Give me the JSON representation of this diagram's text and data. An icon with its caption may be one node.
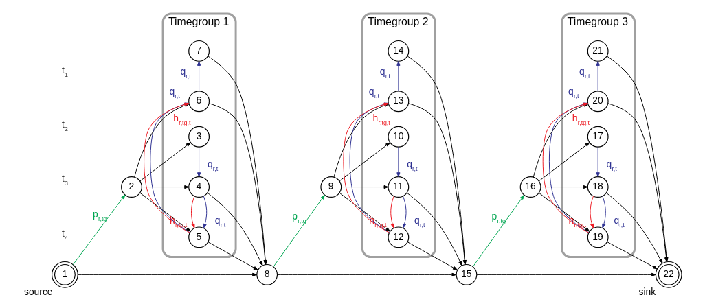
{
  "diagram": {
    "nodes": [
      {
        "text": [
          "1"
        ],
        "beside": [
          "source"
        ]
      },
      {
        "text": [
          "2"
        ]
      },
      {
        "text": [
          "Timegroup 1"
        ]
      },
      {
        "text": [
          "3"
        ],
        "in": 2
      },
      {
        "text": [
          "4"
        ],
        "in": 2
      },
      {
        "text": [
          "5"
        ],
        "in": 2
      },
      {
        "text": [
          "6"
        ],
        "in": 2
      },
      {
        "text": [
          "7"
        ],
        "in": 2
      },
      {
        "text": [
          "8"
        ]
      },
      {
        "text": [
          "9"
        ]
      },
      {
        "text": [
          "Timegroup 2"
        ]
      },
      {
        "text": [
          "10"
        ],
        "in": 10
      },
      {
        "text": [
          "11"
        ],
        "in": 10
      },
      {
        "text": [
          "12"
        ],
        "in": 10
      },
      {
        "text": [
          "13"
        ],
        "in": 10
      },
      {
        "text": [
          "14"
        ],
        "in": 10
      },
      {
        "text": [
          "15"
        ]
      },
      {
        "text": [
          "16"
        ]
      },
      {
        "text": [
          "Timegroup 3"
        ]
      },
      {
        "text": [
          "17"
        ],
        "in": 18
      },
      {
        "text": [
          "18"
        ],
        "in": 18
      },
      {
        "text": [
          "19"
        ],
        "in": 18
      },
      {
        "text": [
          "20"
        ],
        "in": 18
      },
      {
        "text": [
          "21"
        ],
        "in": 18
      },
      {
        "text": [
          "22"
        ],
        "beside": [
          "sink"
        ]
      }
    ],
    "edges": [
      {
        "from": 0,
        "to": 8,
        "arrow": "to"
      },
      {
        "from": 0,
        "to": 1,
        "arrow": "to",
        "label": "p$_{r,tg}$",
        "color": "#00a651"
      },
      {
        "from": 1,
        "to": 3,
        "arrow": "to"
      },
      {
        "from": 1,
        "to": 4,
        "arrow": "to"
      },
      {
        "from": 1,
        "to": 5,
        "arrow": "to"
      },
      {
        "from": 1,
        "to": 6,
        "arrow": "to"
      },
      {
        "from": 3,
        "to": 4,
        "arrow": "to",
        "label": "q$_{r,t}$",
        "color": "#2e3192"
      },
      {
        "from": 4,
        "to": 5,
        "arrow": "to",
        "label": "q$_{r,t}$",
        "color": "#2e3192"
      },
      {
        "from": 5,
        "to": 6,
        "arrow": "to",
        "label": "q$_{r,t}$",
        "color": "#2e3192"
      },
      {
        "from": 6,
        "to": 7,
        "arrow": "to",
        "label": "q$_{r,t}$",
        "color": "#2e3192"
      },
      {
        "from": 4,
        "to": 5,
        "arrow": "to",
        "label": "h$_{r,tg,t}$",
        "color": "#ed1c24"
      },
      {
        "from": 5,
        "to": 6,
        "arrow": "to",
        "label": "h$_{r,tg,t}$",
        "color": "#ed1c24"
      },
      {
        "from": 7,
        "to": 8,
        "arrow": "to"
      },
      {
        "from": 6,
        "to": 8,
        "arrow": "to"
      },
      {
        "from": 5,
        "to": 8,
        "arrow": "to"
      },
      {
        "from": 4,
        "to": 8,
        "arrow": "to"
      },
      {
        "from": 8,
        "to": 16,
        "arrow": "to"
      },
      {
        "from": 8,
        "to": 9,
        "arrow": "to",
        "label": "p$_{r,tg}$",
        "color": "#00a651"
      },
      {
        "from": 9,
        "to": 11,
        "arrow": "to"
      },
      {
        "from": 9,
        "to": 12,
        "arrow": "to"
      },
      {
        "from": 9,
        "to": 13,
        "arrow": "to"
      },
      {
        "from": 9,
        "to": 14,
        "arrow": "to"
      },
      {
        "from": 11,
        "to": 12,
        "arrow": "to",
        "label": "q$_{r,t}$",
        "color": "#2e3192"
      },
      {
        "from": 12,
        "to": 13,
        "arrow": "to",
        "label": "q$_{r,t}$",
        "color": "#2e3192"
      },
      {
        "from": 13,
        "to": 14,
        "arrow": "to",
        "label": "q$_{r,t}$",
        "color": "#2e3192"
      },
      {
        "from": 14,
        "to": 15,
        "arrow": "to",
        "label": "q$_{r,t}$",
        "color": "#2e3192"
      },
      {
        "from": 12,
        "to": 13,
        "arrow": "to",
        "label": "h$_{r,tg,t}$",
        "color": "#ed1c24"
      },
      {
        "from": 13,
        "to": 14,
        "arrow": "to",
        "label": "h$_{r,tg,t}$",
        "color": "#ed1c24"
      },
      {
        "from": 15,
        "to": 16,
        "arrow": "to"
      },
      {
        "from": 14,
        "to": 16,
        "arrow": "to"
      },
      {
        "from": 13,
        "to": 16,
        "arrow": "to"
      },
      {
        "from": 12,
        "to": 16,
        "arrow": "to"
      },
      {
        "from": 16,
        "to": 24,
        "arrow": "to"
      },
      {
        "from": 16,
        "to": 17,
        "arrow": "to",
        "label": "p$_{r,tg}$",
        "color": "#00a651"
      },
      {
        "from": 17,
        "to": 19,
        "arrow": "to"
      },
      {
        "from": 17,
        "to": 20,
        "arrow": "to"
      },
      {
        "from": 17,
        "to": 21,
        "arrow": "to"
      },
      {
        "from": 17,
        "to": 22,
        "arrow": "to"
      },
      {
        "from": 19,
        "to": 20,
        "arrow": "to",
        "label": "q$_{r,t}$",
        "color": "#2e3192"
      },
      {
        "from": 20,
        "to": 21,
        "arrow": "to",
        "label": "q$_{r,t}$",
        "color": "#2e3192"
      },
      {
        "from": 21,
        "to": 22,
        "arrow": "to",
        "label": "q$_{r,t}$",
        "color": "#2e3192"
      },
      {
        "from": 22,
        "to": 23,
        "arrow": "to",
        "label": "q$_{r,t}$",
        "color": "#2e3192"
      },
      {
        "from": 20,
        "to": 21,
        "arrow": "to",
        "label": "h$_{r,tg,t}$",
        "color": "#ed1c24"
      },
      {
        "from": 21,
        "to": 22,
        "arrow": "to",
        "label": "h$_{r,tg,t}$",
        "color": "#ed1c24"
      },
      {
        "from": 23,
        "to": 24,
        "arrow": "to"
      },
      {
        "from": 22,
        "to": 24,
        "arrow": "to"
      },
      {
        "from": 21,
        "to": 24,
        "arrow": "to"
      },
      {
        "from": 20,
        "to": 24,
        "arrow": "to"
      }
    ],
    "labels": [
      "t$_{4}$",
      "t$_{3}$",
      "t$_{2}$",
      "t$_{1}$"
    ]
  }
}
